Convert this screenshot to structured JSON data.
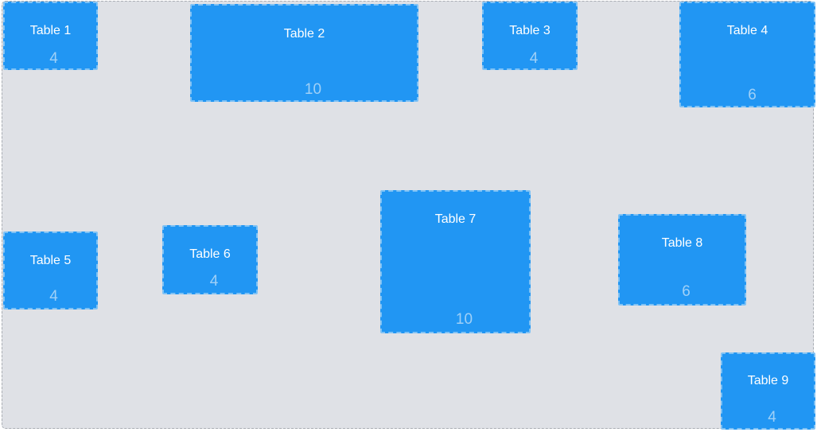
{
  "tables": [
    {
      "name": "Table 1",
      "seats": "4"
    },
    {
      "name": "Table 2",
      "seats": "10"
    },
    {
      "name": "Table 3",
      "seats": "4"
    },
    {
      "name": "Table 4",
      "seats": "6"
    },
    {
      "name": "Table 5",
      "seats": "4"
    },
    {
      "name": "Table 6",
      "seats": "4"
    },
    {
      "name": "Table 7",
      "seats": "10"
    },
    {
      "name": "Table 8",
      "seats": "6"
    },
    {
      "name": "Table 9",
      "seats": "4"
    }
  ],
  "colors": {
    "table_fill": "#2196f3",
    "table_border": "#7fc2f5",
    "floor": "#dfe1e6",
    "seat_text": "#9fd0f7"
  }
}
